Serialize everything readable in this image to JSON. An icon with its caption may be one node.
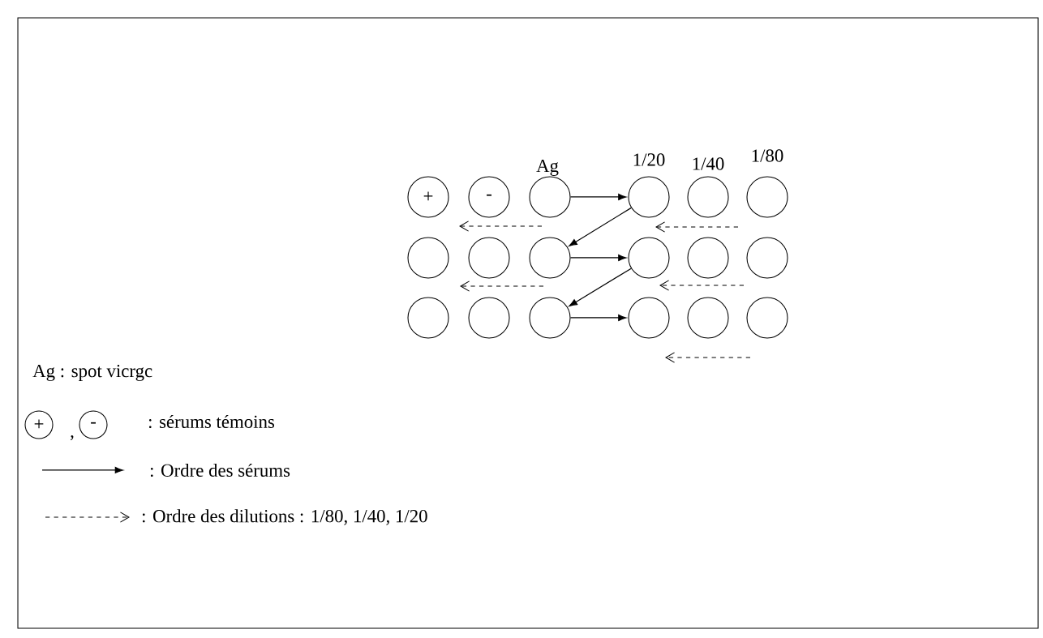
{
  "diagram": {
    "nodes": [
      {
        "text": [
          "+"
        ]
      },
      {
        "text": [
          "-"
        ]
      },
      {
        "text": [],
        "shape": "circle",
        "beside": [
          "Ag"
        ]
      },
      {
        "text": [],
        "shape": "circle",
        "beside": [
          "1/20"
        ]
      },
      {
        "text": [],
        "shape": "circle",
        "beside": [
          "1/40"
        ]
      },
      {
        "text": [],
        "shape": "circle",
        "beside": [
          "1/80"
        ]
      },
      {
        "text": [],
        "shape": "circle"
      },
      {
        "text": [],
        "shape": "circle"
      },
      {
        "text": [],
        "shape": "circle"
      },
      {
        "text": [],
        "shape": "circle"
      },
      {
        "text": [],
        "shape": "circle"
      },
      {
        "text": [],
        "shape": "circle"
      },
      {
        "text": [],
        "shape": "circle"
      },
      {
        "text": [],
        "shape": "circle"
      },
      {
        "text": [],
        "shape": "circle"
      },
      {
        "text": [],
        "shape": "circle"
      },
      {
        "text": [],
        "shape": "circle"
      },
      {
        "text": [],
        "shape": "circle"
      },
      {
        "text": [
          "+"
        ]
      },
      {
        "text": [
          "-"
        ]
      }
    ],
    "edges": [
      {
        "from": 2,
        "to": 3,
        "arrow": "to"
      },
      {
        "from": 3,
        "to": 8,
        "arrow": "to"
      },
      {
        "from": 8,
        "to": 9,
        "arrow": "to"
      },
      {
        "from": 9,
        "to": 14,
        "arrow": "to"
      },
      {
        "from": 14,
        "to": 15,
        "arrow": "to"
      }
    ],
    "labels": [
      "Ag : spot vicrgc",
      ","
    ],
    "legend": [
      {
        "text": ": sérums témoins"
      },
      {
        "text": ": Ordre des sérums"
      },
      {
        "text": ": Ordre des dilutions : 1/80, 1/40, 1/20"
      }
    ]
  }
}
